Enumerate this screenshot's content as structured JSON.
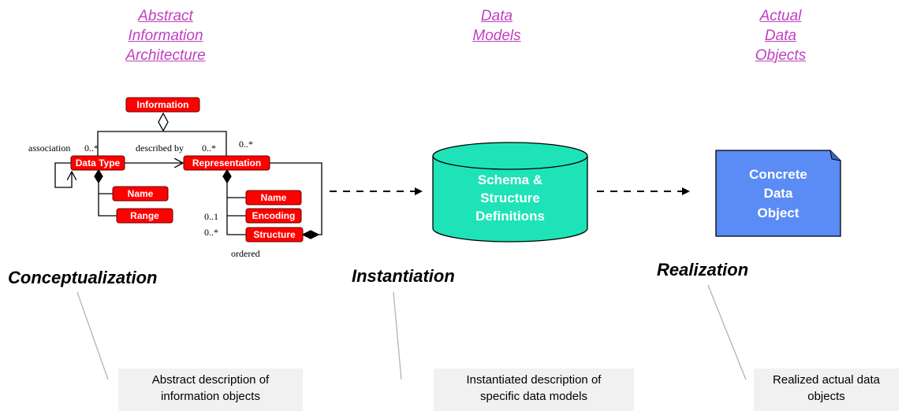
{
  "headers": {
    "abstract": [
      "Abstract",
      "Information",
      "Architecture"
    ],
    "data_models": [
      "Data",
      "Models"
    ],
    "actual": [
      "Actual",
      "Data",
      "Objects"
    ]
  },
  "uml": {
    "information": "Information",
    "data_type": "Data Type",
    "representation": "Representation",
    "name_1": "Name",
    "range": "Range",
    "name_2": "Name",
    "encoding": "Encoding",
    "structure": "Structure",
    "association": "association",
    "mult_assoc": "0..*",
    "described_by": "described by",
    "mult_described": "0..*",
    "mult_rep": "0..*",
    "mult_encoding": "0..1",
    "mult_structure": "0..*",
    "ordered": "ordered"
  },
  "cylinder": [
    "Schema &",
    "Structure",
    "Definitions"
  ],
  "document": [
    "Concrete",
    "Data",
    "Object"
  ],
  "phases": {
    "conceptualization": "Conceptualization",
    "instantiation": "Instantiation",
    "realization": "Realization"
  },
  "notes": {
    "abstract": [
      "Abstract description of",
      "information objects"
    ],
    "instantiated": [
      "Instantiated description of",
      "specific data models"
    ],
    "realized": [
      "Realized actual data",
      "objects"
    ]
  },
  "colors": {
    "red": "#ff0000",
    "teal": "#1ee3b8",
    "blue": "#5b8cf5",
    "heading": "#c040c0",
    "note_bg": "#f1f1f1"
  }
}
